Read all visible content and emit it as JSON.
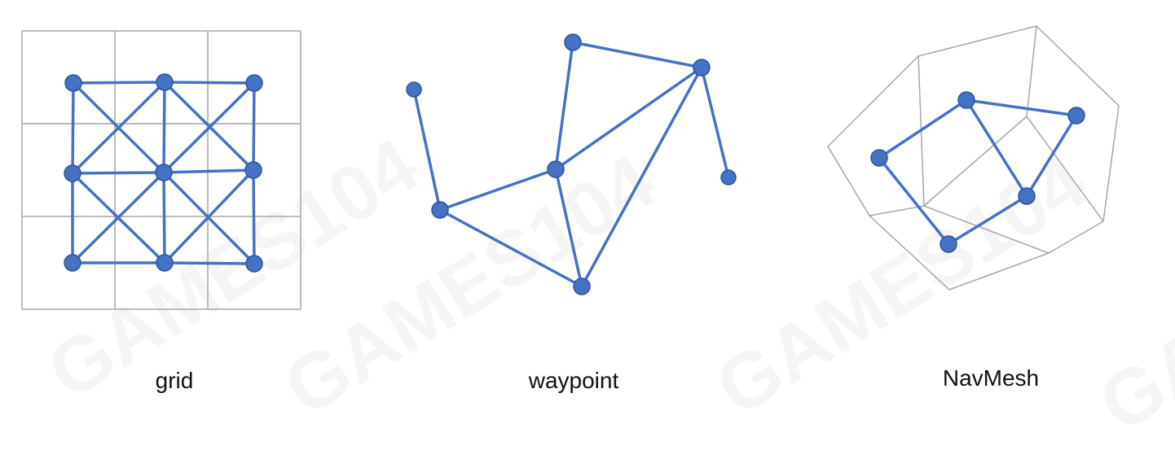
{
  "captions": {
    "grid": "grid",
    "waypoint": "waypoint",
    "navmesh": "NavMesh"
  },
  "watermark": {
    "text": "GAMES104"
  },
  "colors": {
    "graph_edge": "#4472c4",
    "graph_node": "#4472c4",
    "cell_line": "#a6a6a6",
    "background": "#ffffff"
  },
  "icons": {
    "node": "filled-circle"
  }
}
